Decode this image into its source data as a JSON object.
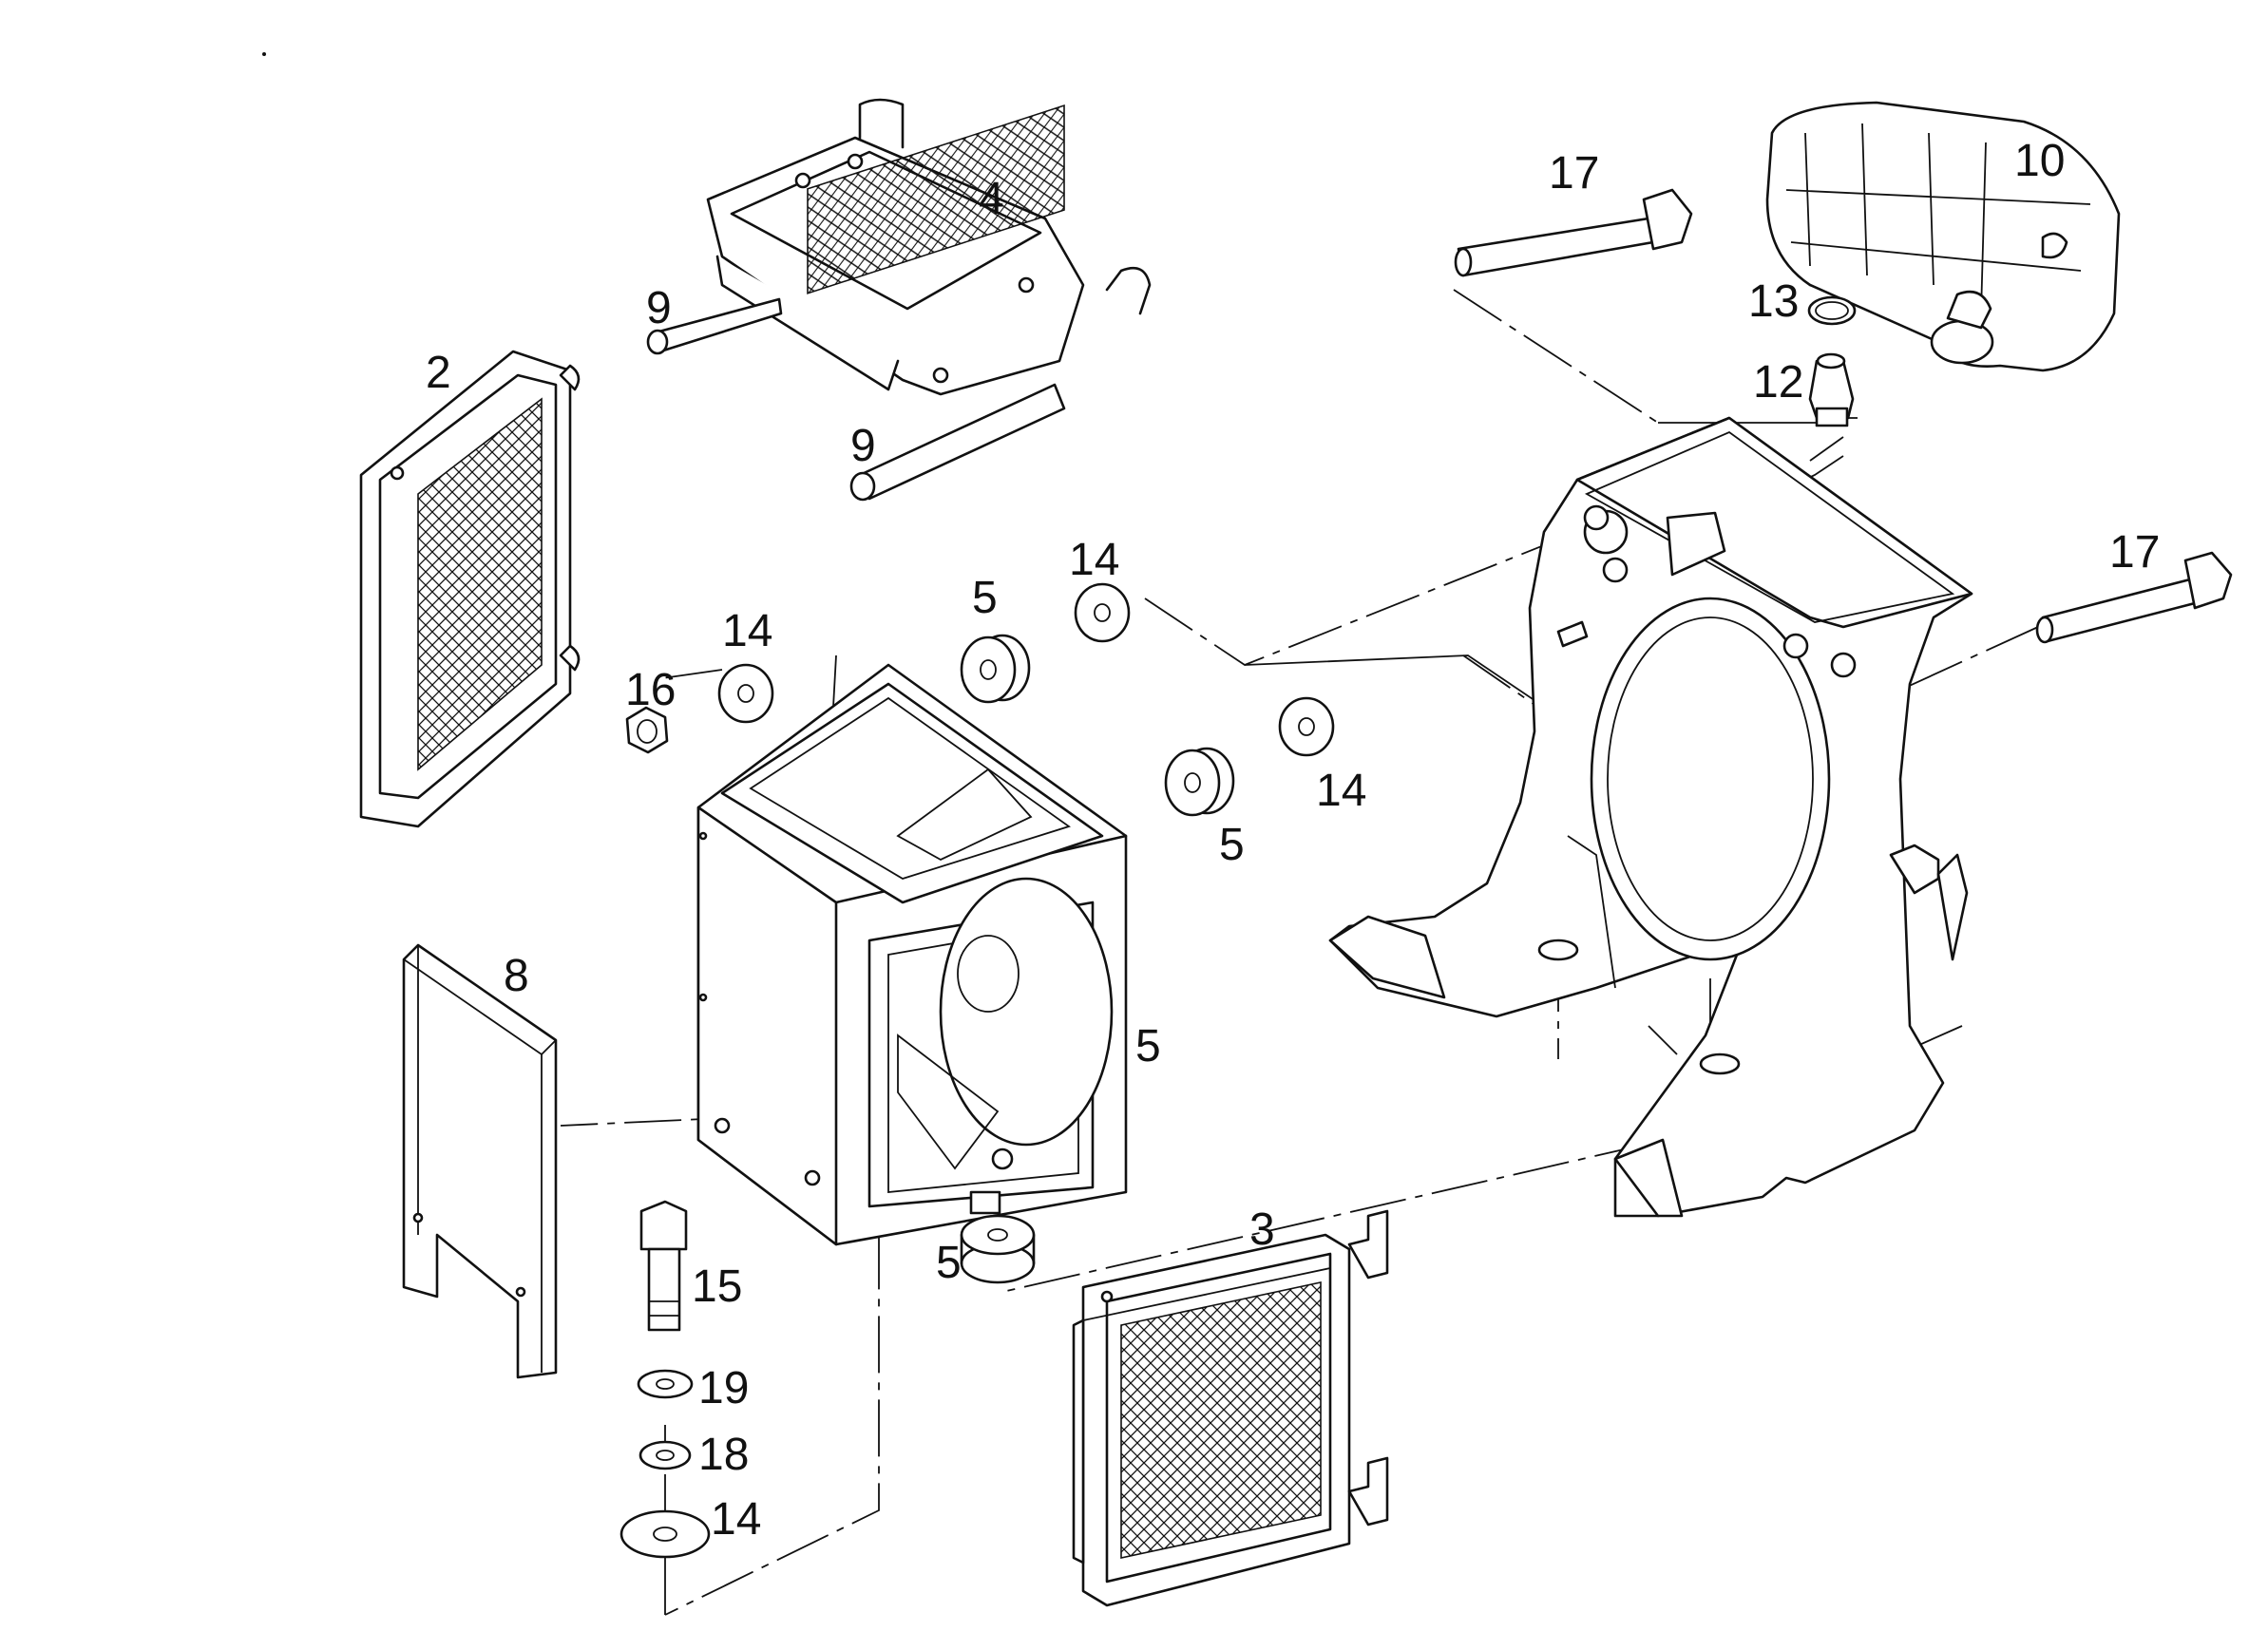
{
  "diagram": {
    "type": "exploded-parts-view",
    "callouts": [
      {
        "id": "c2",
        "label": "2"
      },
      {
        "id": "c3",
        "label": "3"
      },
      {
        "id": "c4",
        "label": "4"
      },
      {
        "id": "c5a",
        "label": "5"
      },
      {
        "id": "c5b",
        "label": "5"
      },
      {
        "id": "c5c",
        "label": "5"
      },
      {
        "id": "c5d",
        "label": "5"
      },
      {
        "id": "c8",
        "label": "8"
      },
      {
        "id": "c9a",
        "label": "9"
      },
      {
        "id": "c9b",
        "label": "9"
      },
      {
        "id": "c10",
        "label": "10"
      },
      {
        "id": "c12",
        "label": "12"
      },
      {
        "id": "c13",
        "label": "13"
      },
      {
        "id": "c14a",
        "label": "14"
      },
      {
        "id": "c14b",
        "label": "14"
      },
      {
        "id": "c14c",
        "label": "14"
      },
      {
        "id": "c14d",
        "label": "14"
      },
      {
        "id": "c15",
        "label": "15"
      },
      {
        "id": "c16",
        "label": "16"
      },
      {
        "id": "c17a",
        "label": "17"
      },
      {
        "id": "c17b",
        "label": "17"
      },
      {
        "id": "c18",
        "label": "18"
      },
      {
        "id": "c19",
        "label": "19"
      }
    ]
  }
}
